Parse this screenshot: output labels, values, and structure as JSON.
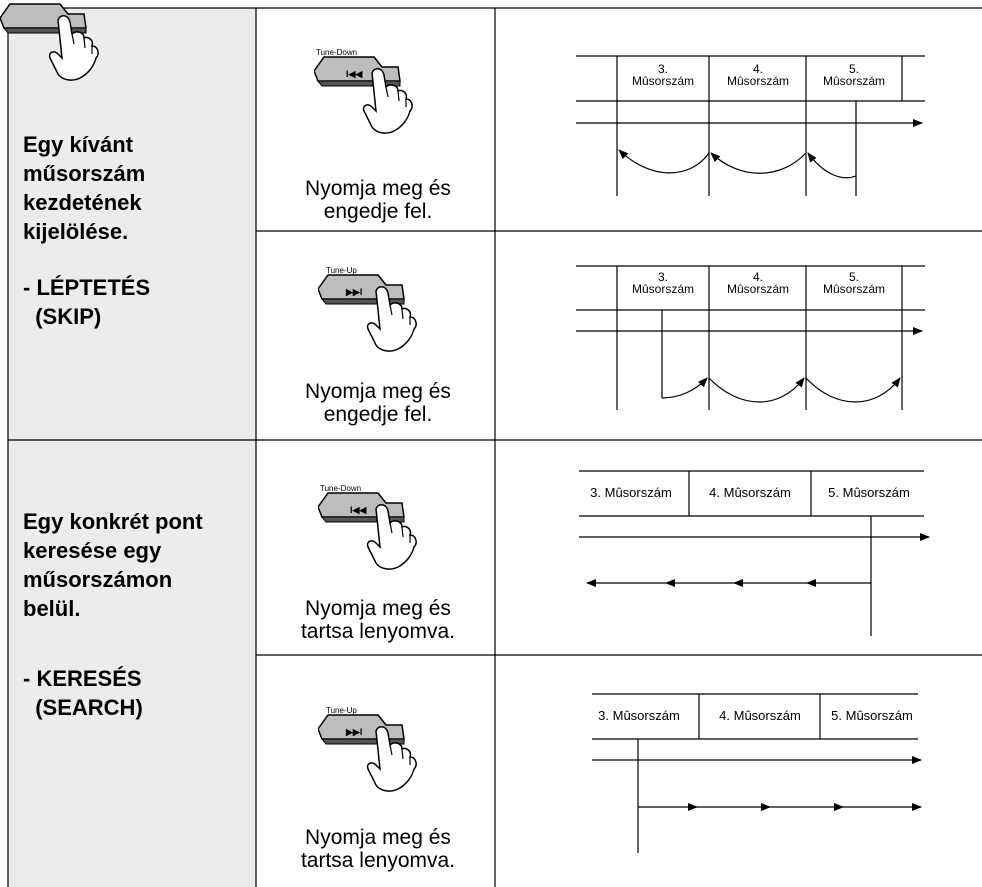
{
  "rows": [
    {
      "heading": "Egy kívánt\nműsorszám\nkezdetének\nkijelölése.",
      "mode": "- LÉPTETÉS\n  (SKIP)",
      "sub": [
        {
          "button_label": "Tune-Down",
          "button_symbol": "I◀◀",
          "caption": "Nyomja meg és\nengedje fel.",
          "tracks": [
            "3.\nMûsorszám",
            "4.\nMûsorszám",
            "5.\nMûsorszám"
          ]
        },
        {
          "button_label": "Tune-Up",
          "button_symbol": "▶▶I",
          "caption": "Nyomja meg és\nengedje fel.",
          "tracks": [
            "3.\nMûsorszám",
            "4.\nMûsorszám",
            "5.\nMûsorszám"
          ]
        }
      ]
    },
    {
      "heading": "Egy konkrét pont\nkeresése egy\nműsorszámon\nbelül.",
      "mode": "- KERESÉS\n  (SEARCH)",
      "sub": [
        {
          "button_label": "Tune-Down",
          "button_symbol": "I◀◀",
          "caption": "Nyomja meg és\ntartsa lenyomva.",
          "tracks": [
            "3. Mûsorszám",
            "4. Mûsorszám",
            "5. Mûsorszám"
          ]
        },
        {
          "button_label": "Tune-Up",
          "button_symbol": "▶▶I",
          "caption": "Nyomja meg és\ntartsa lenyomva.",
          "tracks": [
            "3. Mûsorszám",
            "4. Mûsorszám",
            "5. Mûsorszám"
          ]
        }
      ]
    }
  ],
  "colors": {
    "left_bg": "#ececec",
    "button_face": "#bdbdbd",
    "line": "#000000"
  }
}
